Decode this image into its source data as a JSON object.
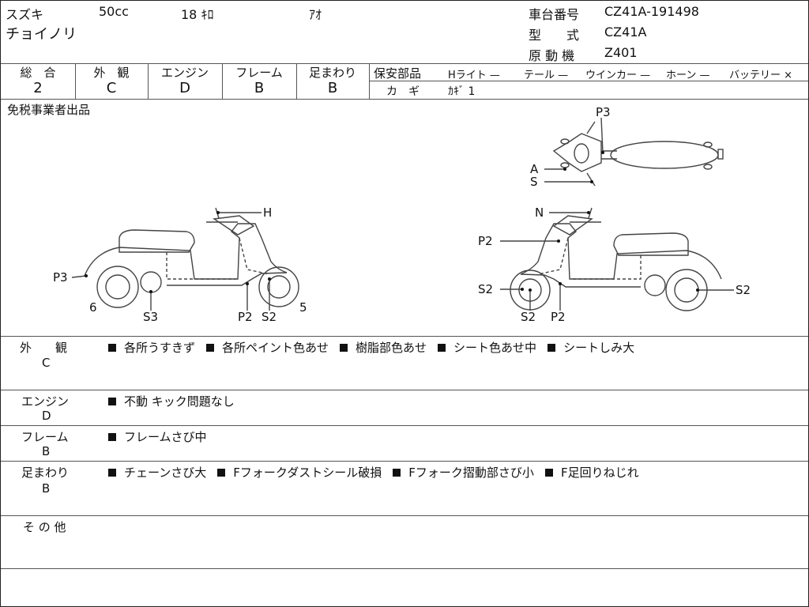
{
  "header": {
    "maker": "スズキ",
    "cc": "50cc",
    "km": "18 ｷﾛ",
    "color": "ｱｵ",
    "model_name": "チョイノリ",
    "frame_no_label": "車台番号",
    "frame_no": "CZ41A-191498",
    "type_label": "型　　式",
    "type": "CZ41A",
    "engine_label": "原 動 機",
    "engine": "Z401"
  },
  "grades": [
    {
      "label": "総　合",
      "value": "2"
    },
    {
      "label": "外　観",
      "value": "C"
    },
    {
      "label": "エンジン",
      "value": "D"
    },
    {
      "label": "フレーム",
      "value": "B"
    },
    {
      "label": "足まわり",
      "value": "B"
    }
  ],
  "safety": {
    "label": "保安部品",
    "items": [
      {
        "name": "Hライト",
        "mark": "—"
      },
      {
        "name": "テール",
        "mark": "—"
      },
      {
        "name": "ウインカー",
        "mark": "—"
      },
      {
        "name": "ホーン",
        "mark": "—"
      },
      {
        "name": "バッテリー",
        "mark": "×"
      }
    ],
    "key_label": "カ　ギ",
    "key_value": "ｶｷﾞ 1"
  },
  "note": "免税事業者出品",
  "diagram_labels": {
    "top_p3": "P3",
    "top_a": "A",
    "top_s": "S",
    "left_h": "H",
    "left_p3": "P3",
    "left_6": "6",
    "left_s3": "S3",
    "left_p2": "P2",
    "left_s2": "S2",
    "left_5": "5",
    "right_n": "N",
    "right_p2": "P2",
    "right_s2a": "S2",
    "right_s2b": "S2",
    "right_s2c": "S2",
    "right_p2b": "P2"
  },
  "sections": [
    {
      "title": "外　　観",
      "grade": "C",
      "items": [
        "各所うすきず",
        "各所ペイント色あせ",
        "樹脂部色あせ",
        "シート色あせ中",
        "シートしみ大"
      ]
    },
    {
      "title": "エンジン",
      "grade": "D",
      "items": [
        "不動 キック問題なし"
      ]
    },
    {
      "title": "フレーム",
      "grade": "B",
      "items": [
        "フレームさび中"
      ]
    },
    {
      "title": "足まわり",
      "grade": "B",
      "items": [
        "チェーンさび大",
        "Fフォークダストシール破損",
        "Fフォーク摺動部さび小",
        "F足回りねじれ"
      ]
    },
    {
      "title": "そ の 他",
      "grade": "",
      "items": []
    }
  ]
}
